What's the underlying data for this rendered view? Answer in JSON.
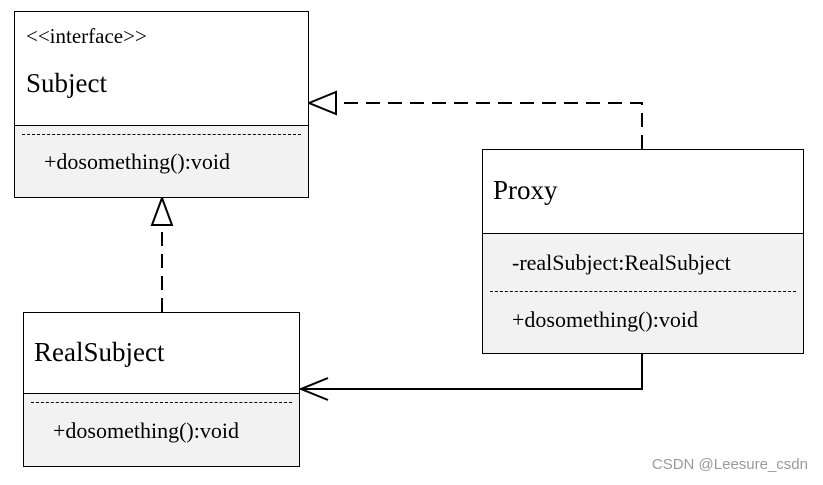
{
  "classes": {
    "subject": {
      "stereotype": "<<interface>>",
      "name": "Subject",
      "methods": [
        "+dosomething():void"
      ]
    },
    "real_subject": {
      "name": "RealSubject",
      "methods": [
        "+dosomething():void"
      ]
    },
    "proxy": {
      "name": "Proxy",
      "attributes": [
        "-realSubject:RealSubject"
      ],
      "methods": [
        "+dosomething():void"
      ]
    }
  },
  "relationships": [
    {
      "from": "proxy",
      "to": "subject",
      "kind": "realization"
    },
    {
      "from": "real_subject",
      "to": "subject",
      "kind": "realization"
    },
    {
      "from": "proxy",
      "to": "real_subject",
      "kind": "association"
    }
  ],
  "watermark": "CSDN @Leesure_csdn",
  "colors": {
    "line": "#000000",
    "compartment_fill": "#f2f2f2",
    "watermark": "#9a9a9a"
  }
}
